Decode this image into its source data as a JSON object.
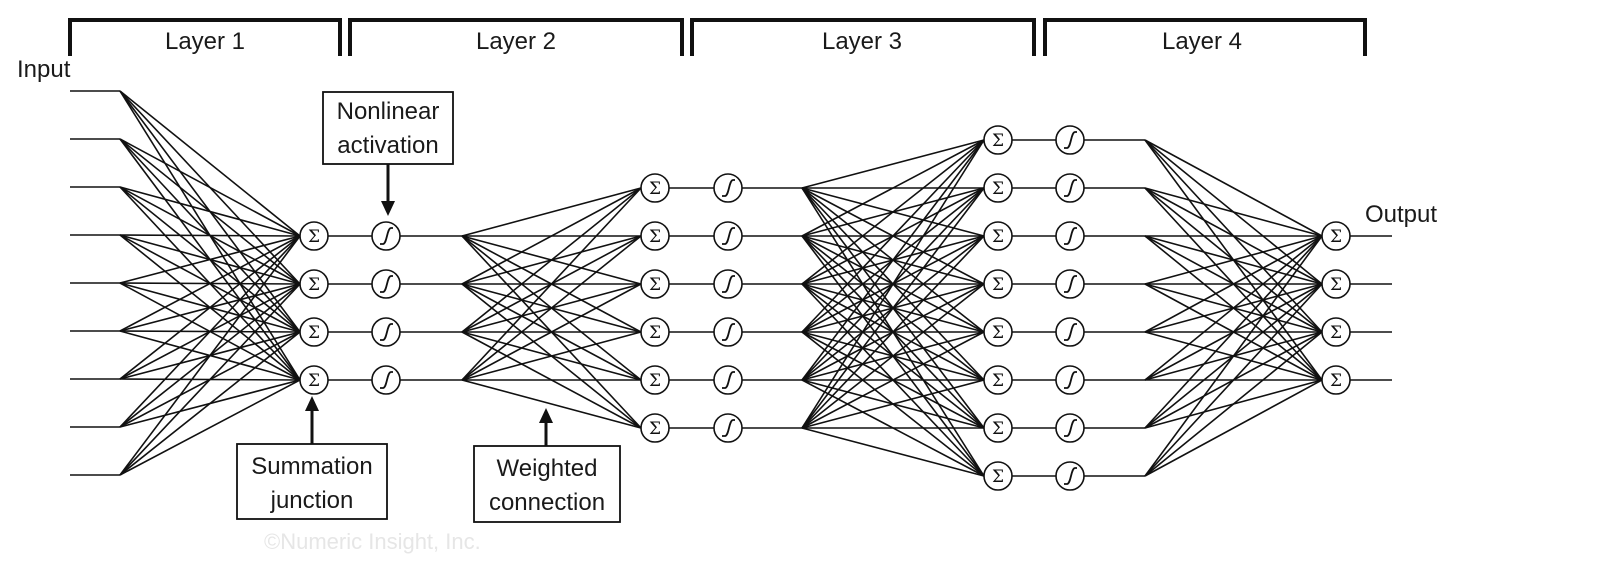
{
  "layers": [
    {
      "label": "Layer 1"
    },
    {
      "label": "Layer 2"
    },
    {
      "label": "Layer 3"
    },
    {
      "label": "Layer 4"
    }
  ],
  "labels": {
    "input": "Input",
    "output": "Output",
    "nonlinear_line1": "Nonlinear",
    "nonlinear_line2": "activation",
    "summation_line1": "Summation",
    "summation_line2": "junction",
    "weighted_line1": "Weighted",
    "weighted_line2": "connection",
    "watermark": "©Numeric Insight, Inc."
  },
  "symbols": {
    "sum": "Σ"
  },
  "network": {
    "inputs": 9,
    "layer_units": [
      4,
      6,
      8,
      4
    ],
    "outputs": 4,
    "connectivity": "fully-connected between adjacent layers",
    "node_types": [
      "summation-junction",
      "sigmoid-activation"
    ]
  },
  "colors": {
    "line": "#111111",
    "background": "#ffffff",
    "watermark": "#e6e6e6"
  }
}
